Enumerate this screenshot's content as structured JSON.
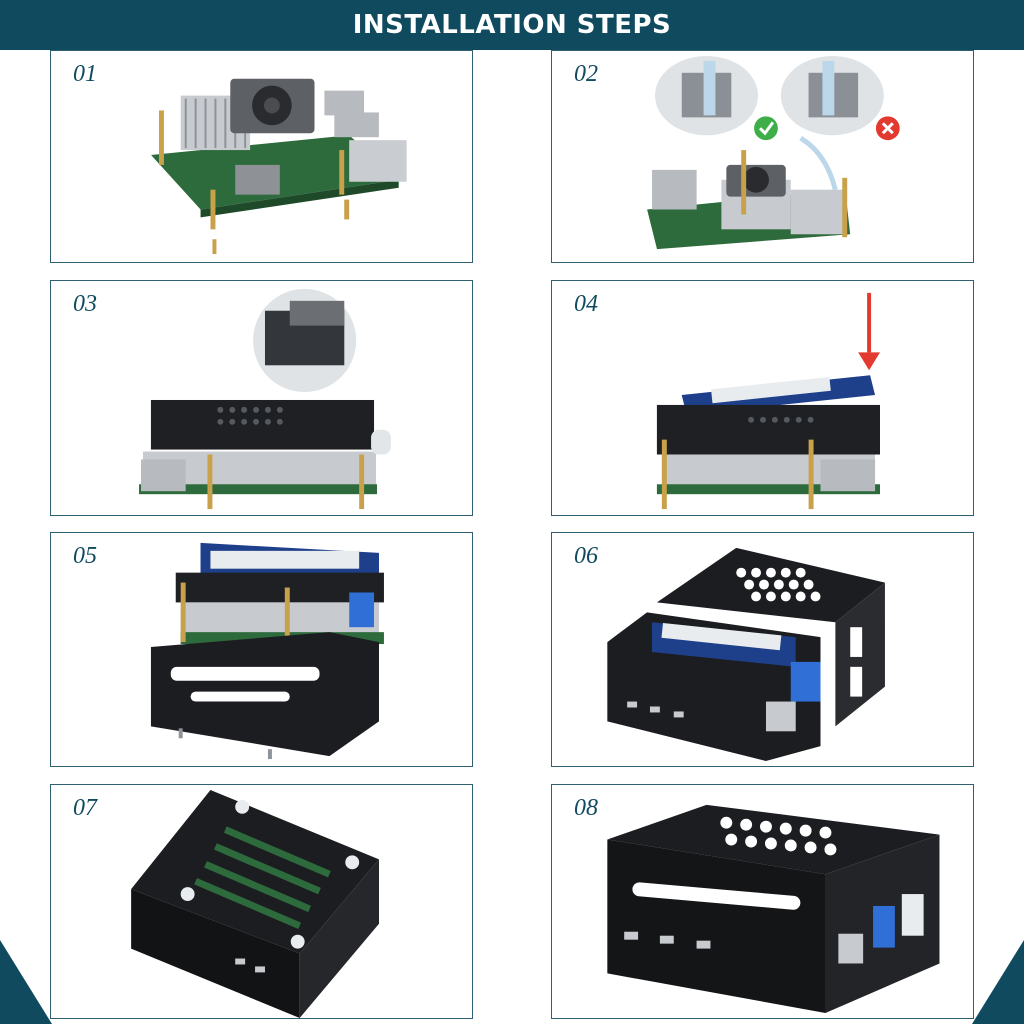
{
  "header": {
    "title": "INSTALLATION STEPS"
  },
  "steps": [
    {
      "number": "01"
    },
    {
      "number": "02"
    },
    {
      "number": "03"
    },
    {
      "number": "04"
    },
    {
      "number": "05"
    },
    {
      "number": "06"
    },
    {
      "number": "07"
    },
    {
      "number": "08"
    }
  ],
  "colors": {
    "header_bg": "#0f4a5e",
    "frame": "#2f5f72",
    "pcb_green": "#2e6b3c",
    "heatsink": "#c7cbd0",
    "case_black": "#1c1d20",
    "brass": "#c9a14a",
    "ssd_blue": "#1e3f8a",
    "usb_blue": "#2f6fd6",
    "check_green": "#3fae49",
    "cross_red": "#e23a2f"
  }
}
